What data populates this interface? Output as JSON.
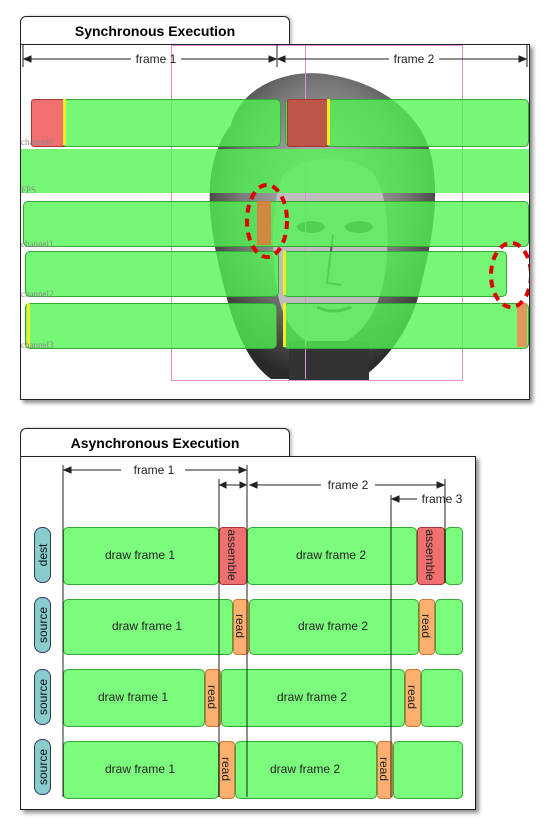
{
  "sync": {
    "title": "Synchronous Execution",
    "frame1": "frame 1",
    "frame2": "frame 2",
    "overlay_labels": [
      "channel0",
      "FPS",
      "channel1",
      "channel2",
      "channel3"
    ],
    "colors": {
      "bar": "#7cfc7c",
      "assemble": "#f07070",
      "highlight": "#dd0000"
    }
  },
  "async": {
    "title": "Asynchronous Execution",
    "frame1": "frame 1",
    "frame2": "frame 2",
    "frame3": "frame 3",
    "rows": [
      {
        "channel": "dest",
        "draw1": "draw frame 1",
        "op1": "assemble",
        "draw2": "draw frame 2",
        "op2": "assemble"
      },
      {
        "channel": "source",
        "draw1": "draw frame 1",
        "op1": "read",
        "draw2": "draw frame 2",
        "op2": "read"
      },
      {
        "channel": "source",
        "draw1": "draw frame 1",
        "op1": "read",
        "draw2": "draw frame 2",
        "op2": "read"
      },
      {
        "channel": "source",
        "draw1": "draw frame 1",
        "op1": "read",
        "draw2": "draw frame 2",
        "op2": "read"
      }
    ],
    "colors": {
      "bar": "#7cfc7c",
      "assemble": "#f07070",
      "read": "#ffb070",
      "channel": "#88cccc"
    }
  }
}
